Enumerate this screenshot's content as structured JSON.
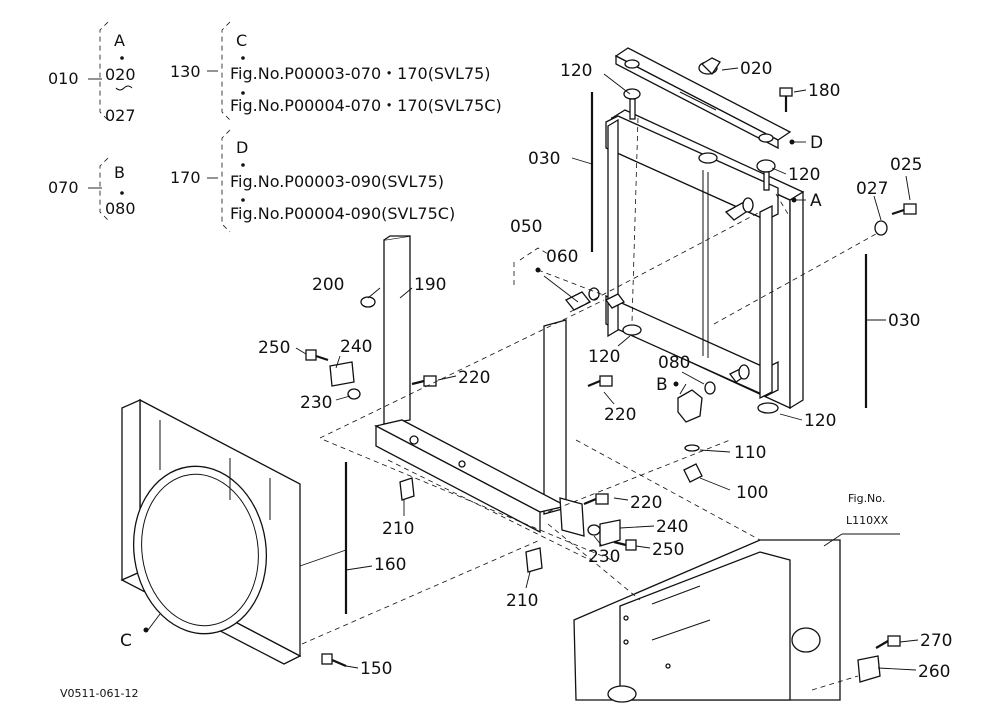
{
  "header": {
    "group1": {
      "code": "010",
      "items": [
        "A",
        "020",
        "027"
      ]
    },
    "group2": {
      "code": "070",
      "items": [
        "B",
        "080"
      ]
    },
    "group3": {
      "code": "130",
      "items": [
        "C",
        "Fig.No.P00003-070・170(SVL75)",
        "Fig.No.P00004-070・170(SVL75C)"
      ]
    },
    "group4": {
      "code": "170",
      "items": [
        "D",
        "Fig.No.P00003-090(SVL75)",
        "Fig.No.P00004-090(SVL75C)"
      ]
    }
  },
  "labels": {
    "p020": "020",
    "p120a": "120",
    "p180": "180",
    "p030a": "030",
    "pD": "D",
    "p120b": "120",
    "p025": "025",
    "p027": "027",
    "pA": "A",
    "p050": "050",
    "p060": "060",
    "p200": "200",
    "p190": "190",
    "p030b": "030",
    "p250a": "250",
    "p240a": "240",
    "p220a": "220",
    "p120c": "120",
    "p080": "080",
    "p230a": "230",
    "pB": "B",
    "p220b": "220",
    "p120d": "120",
    "p110": "110",
    "p100": "100",
    "figno": "Fig.No.",
    "fignum": "L110XX",
    "p210a": "210",
    "p220c": "220",
    "p240b": "240",
    "p230b": "230",
    "p250b": "250",
    "p160": "160",
    "p210b": "210",
    "pC": "C",
    "p270": "270",
    "p260": "260",
    "p150": "150"
  },
  "footer": {
    "code": "V0511-061-12"
  }
}
